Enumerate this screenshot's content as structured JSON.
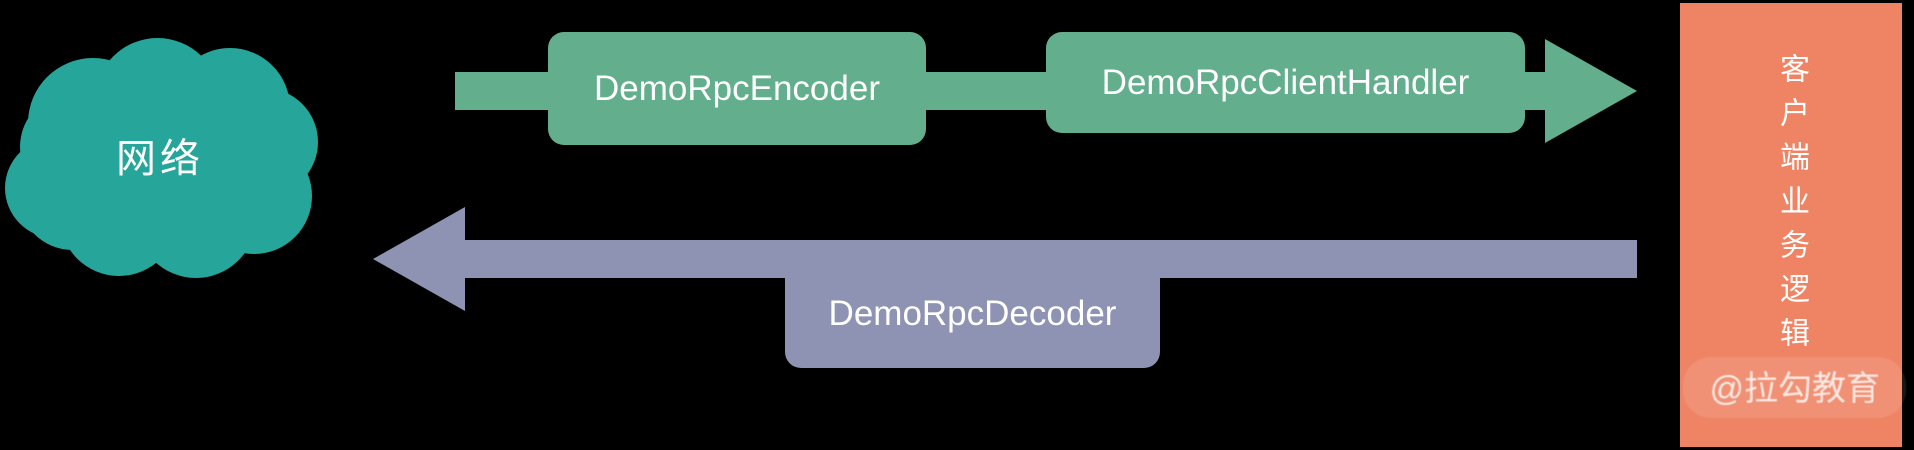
{
  "diagram": {
    "title": "Netty RPC client pipeline",
    "background_color": "#000000",
    "cloud": {
      "label": "网络",
      "color": "#26a69a"
    },
    "outbound_flow": {
      "direction": "left-to-right",
      "color": "#63ae8c",
      "nodes": [
        {
          "label": "DemoRpcEncoder"
        },
        {
          "label": "DemoRpcClientHandler"
        }
      ]
    },
    "inbound_flow": {
      "direction": "right-to-left",
      "color": "#8e93b4",
      "nodes": [
        {
          "label": "DemoRpcDecoder"
        }
      ]
    },
    "right_panel": {
      "label": "客户端业务逻辑",
      "color": "#ef8465"
    },
    "watermark": {
      "text": "@拉勾教育"
    }
  }
}
